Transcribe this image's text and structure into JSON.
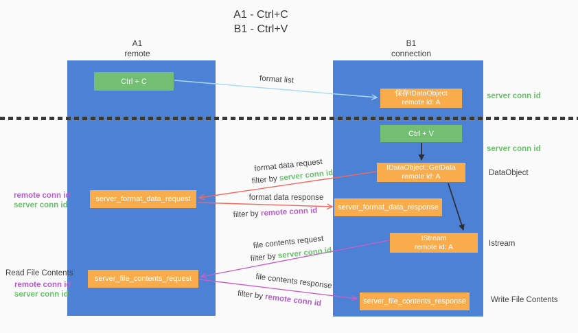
{
  "title": {
    "line1": "A1 - Ctrl+C",
    "line2": "B1 - Ctrl+V"
  },
  "lanes": {
    "left": {
      "title": "A1",
      "subtitle": "remote"
    },
    "right": {
      "title": "B1",
      "subtitle": "connection"
    }
  },
  "nodes": {
    "ctrl_c": {
      "label": "Ctrl + C"
    },
    "save_idataobject": {
      "line1": "保存IDataObject",
      "line2": "remote id: A"
    },
    "ctrl_v": {
      "label": "Ctrl + V"
    },
    "idataobject_getdata": {
      "line1": "IDataObject::GetData",
      "line2": "remote id: A"
    },
    "server_format_data_request": {
      "label": "server_format_data_request"
    },
    "server_format_data_response": {
      "label": "server_format_data_response"
    },
    "istream": {
      "line1": "IStream",
      "line2": "remote id: A"
    },
    "server_file_contents_request": {
      "label": "server_file_contents_request"
    },
    "server_file_contents_response": {
      "label": "server_file_contents_response"
    }
  },
  "flow_labels": {
    "format_list": "format list",
    "format_data_request": "format data request",
    "format_data_response": "format data response",
    "file_contents_request": "file contents request",
    "file_contents_response": "file contents response",
    "filter_by": "filter by",
    "server_conn_id": "server conn id",
    "remote_conn_id": "remote conn id"
  },
  "annotations": {
    "server_conn_id": "server conn id",
    "remote_conn_id": "remote conn id",
    "dataobject": "DataObject",
    "istream": "Istream",
    "read_file_contents": "Read File Contents",
    "write_file_contents": "Write File Contents"
  },
  "colors": {
    "lane_blue": "#4d81d6",
    "green_box": "#72bf73",
    "orange_box": "#f9ac4c",
    "green_text": "#6abf6b",
    "purple_text": "#b55fc8",
    "red_arrow": "#ee6a5f",
    "magenta_arrow": "#c95fc6",
    "light_blue_arrow": "#a9d9f2",
    "black_arrow": "#2e2e2e",
    "dark_text": "#3f3f3f",
    "background": "#fafafa"
  }
}
